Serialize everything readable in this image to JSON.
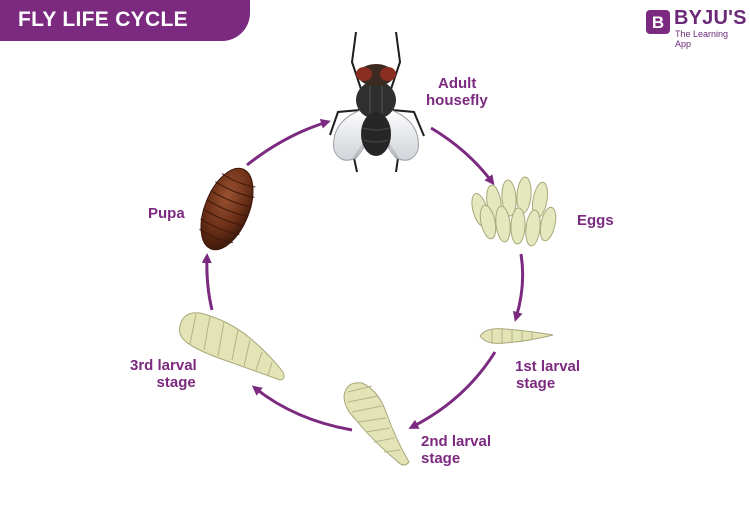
{
  "header": {
    "title": "FLY LIFE CYCLE"
  },
  "brand": {
    "name": "BYJU'S",
    "tagline": "The Learning App",
    "mark": "B"
  },
  "stages": {
    "adult_line1": "Adult",
    "adult_line2": "housefly",
    "eggs": "Eggs",
    "larva1_line1": "1st larval",
    "larva1_line2": "stage",
    "larva2_line1": "2nd larval",
    "larva2_line2": "stage",
    "larva3_line1": "3rd larval",
    "larva3_line2": "stage",
    "pupa": "Pupa"
  },
  "colors": {
    "accent": "#7b2a80",
    "fly_body": "#2b2b2b",
    "eggs": "#e5e8be",
    "larva": "#e3e4b6",
    "pupa": "#6a2f16"
  }
}
